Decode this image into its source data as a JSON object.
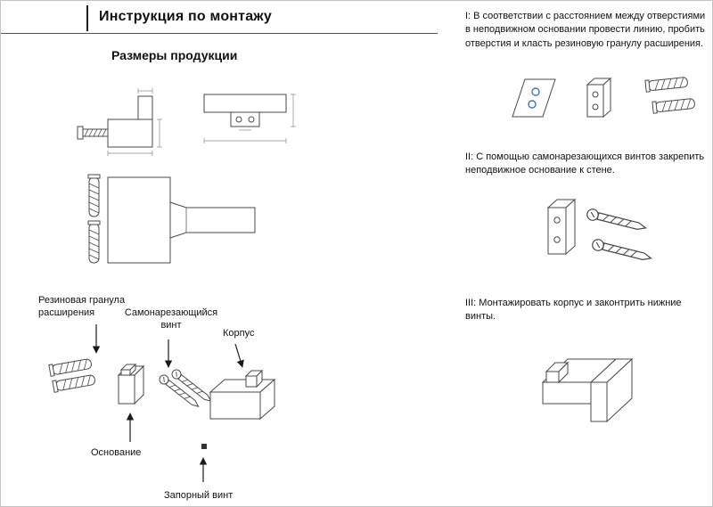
{
  "header": {
    "title": "Инструкция по монтажу"
  },
  "left": {
    "subtitle": "Размеры продукции",
    "labels": {
      "rubber_granule": "Резиновая гранула расширения",
      "self_tapping_screw": "Самонарезающийся винт",
      "body": "Корпус",
      "base": "Основание",
      "locking_screw": "Запорный винт"
    }
  },
  "right": {
    "steps": [
      {
        "id": "I",
        "text": "I: В соответствии с расстоянием между отверстиями в неподвижном основании провести линию, пробить отверстия и класть резиновую гранулу расширения."
      },
      {
        "id": "II",
        "text": "II: С помощью самонарезающихся винтов закрепить неподвижное основание к стене."
      },
      {
        "id": "III",
        "text": "III: Монтажировать корпус и законтрить нижние винты."
      }
    ]
  },
  "colors": {
    "line": "#4a4a4a",
    "accent_blue": "#4472c4"
  }
}
